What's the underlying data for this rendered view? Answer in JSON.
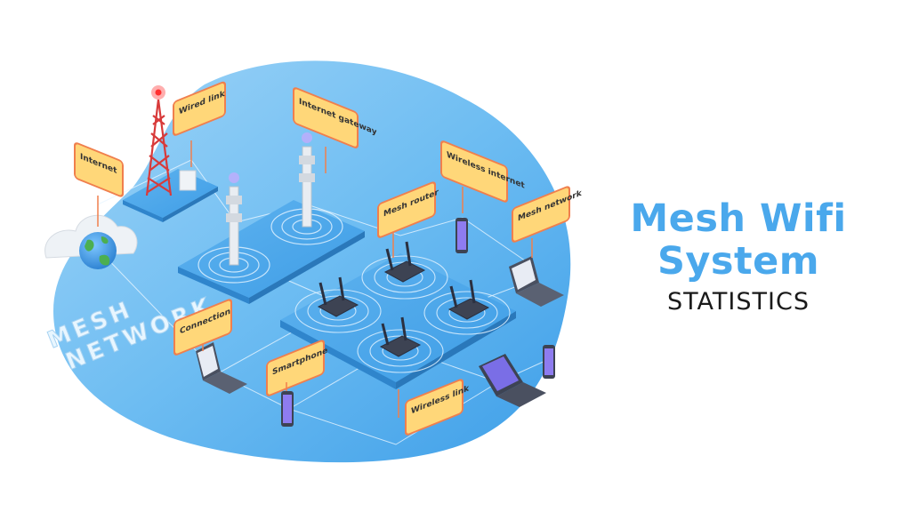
{
  "title": {
    "line1": "Mesh Wifi",
    "line2": "System",
    "subtitle": "STATISTICS"
  },
  "watermark": {
    "line1": "MESH",
    "line2": "NETWORK"
  },
  "callouts": {
    "internet": "Internet",
    "wired_link": "Wired link",
    "internet_gateway": "Internet gateway",
    "wireless_internet": "Wireless internet",
    "mesh_router": "Mesh router",
    "mesh_network": "Mesh network",
    "connection": "Connection",
    "smartphone": "Smartphone",
    "wireless_link": "Wireless link"
  },
  "colors": {
    "blob": "#5eb5f0",
    "platform": "#4ba7ea",
    "callout_fill": "#ffd779",
    "callout_border": "#f07f4d",
    "title": "#4aa8ec",
    "router": "#3d4353"
  }
}
